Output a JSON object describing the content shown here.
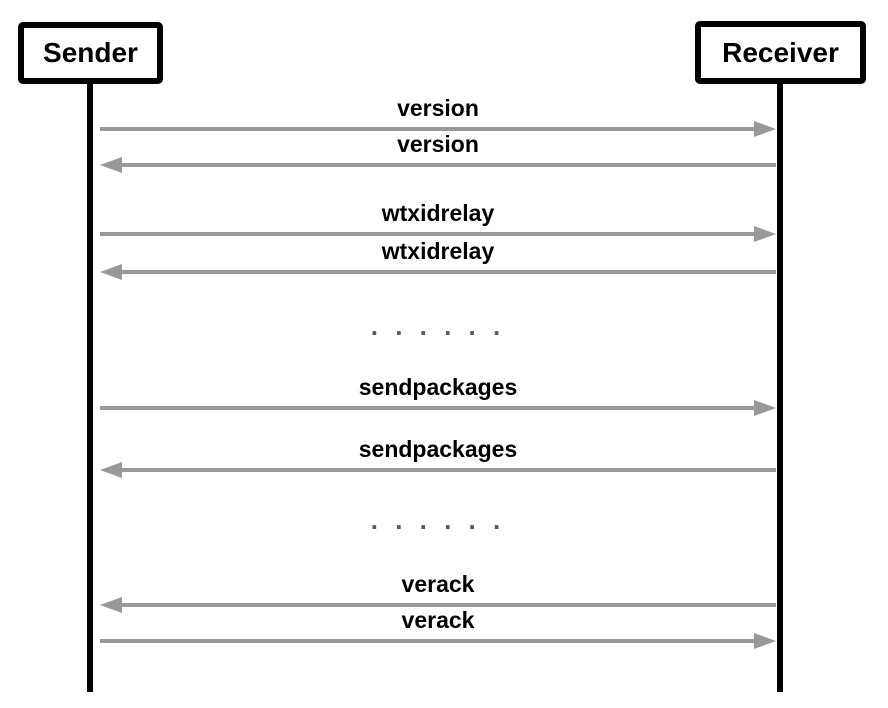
{
  "actors": {
    "left": "Sender",
    "right": "Receiver"
  },
  "messages": [
    {
      "label": "version",
      "from": "Sender",
      "to": "Receiver",
      "direction": "right"
    },
    {
      "label": "version",
      "from": "Receiver",
      "to": "Sender",
      "direction": "left"
    },
    {
      "label": "wtxidrelay",
      "from": "Sender",
      "to": "Receiver",
      "direction": "right"
    },
    {
      "label": "wtxidrelay",
      "from": "Receiver",
      "to": "Sender",
      "direction": "left"
    },
    {
      "label": "sendpackages",
      "from": "Sender",
      "to": "Receiver",
      "direction": "right"
    },
    {
      "label": "sendpackages",
      "from": "Receiver",
      "to": "Sender",
      "direction": "left"
    },
    {
      "label": "verack",
      "from": "Receiver",
      "to": "Sender",
      "direction": "left"
    },
    {
      "label": "verack",
      "from": "Sender",
      "to": "Receiver",
      "direction": "right"
    }
  ],
  "ellipsis": {
    "first": ". . . . . .",
    "second": ". . . . . ."
  },
  "colors": {
    "background": "#ffffff",
    "lifeline": "#000000",
    "box_border": "#000000",
    "text": "#000000",
    "arrow": "#999999",
    "ellipsis": "#595959"
  }
}
